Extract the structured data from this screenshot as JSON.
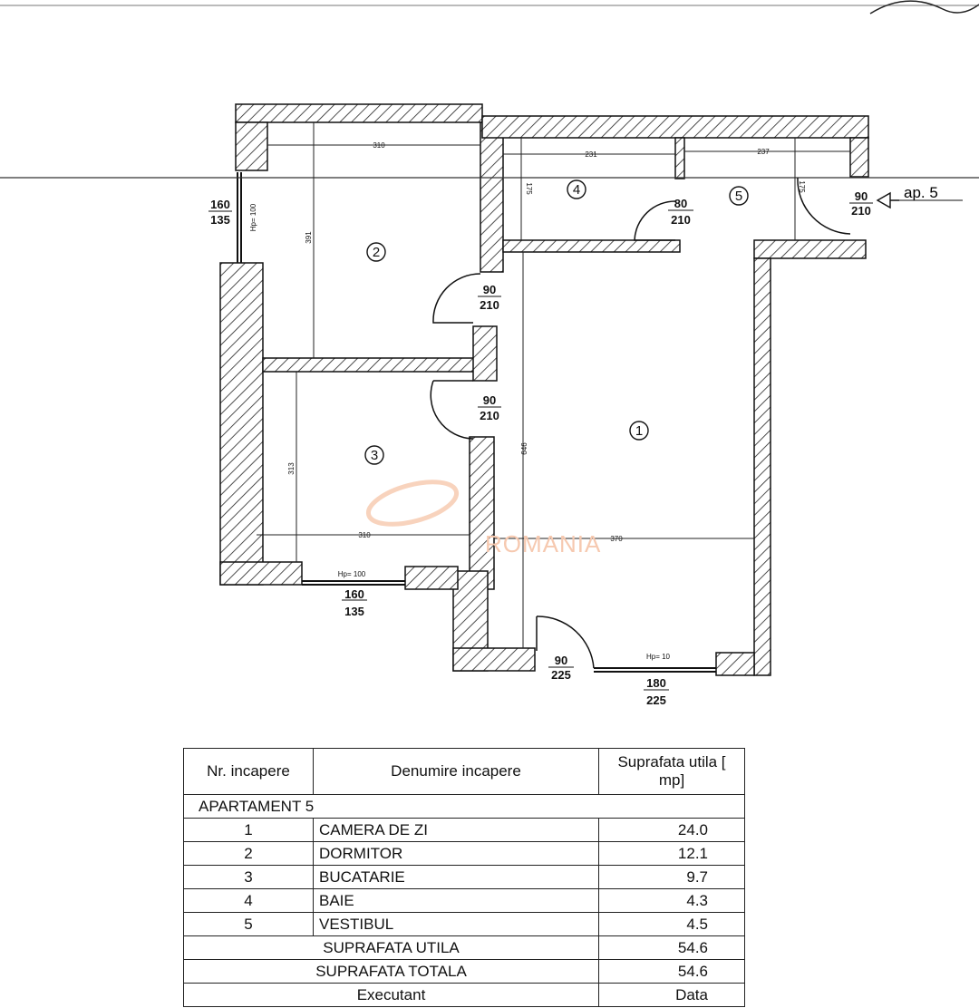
{
  "plan": {
    "rooms": [
      {
        "nr": "1"
      },
      {
        "nr": "2"
      },
      {
        "nr": "3"
      },
      {
        "nr": "4"
      },
      {
        "nr": "5"
      }
    ],
    "openings": {
      "win_left": {
        "top": "160",
        "bottom": "135"
      },
      "win_left_hp": "Hp= 100",
      "door_2": {
        "top": "90",
        "bottom": "210"
      },
      "door_3": {
        "top": "90",
        "bottom": "210"
      },
      "door_4": {
        "top": "80",
        "bottom": "210"
      },
      "door_entry": {
        "top": "90",
        "bottom": "210"
      },
      "win_bottom": {
        "top": "160",
        "bottom": "135"
      },
      "win_bottom_hp": "Hp= 100",
      "door_balcony": {
        "top": "90",
        "bottom": "225"
      },
      "win_balcony": {
        "top": "180",
        "bottom": "225"
      },
      "win_balcony_hp": "Hp= 10"
    },
    "dimensions": {
      "room2_w": "310",
      "room2_h": "391",
      "room4_w": "231",
      "room4_h": "175",
      "room5_w": "237",
      "room5_h": "175",
      "room3_w": "310",
      "room3_h": "313",
      "room1_w": "370",
      "room1_h": "646"
    },
    "entry_label": "ap. 5",
    "watermark": "ROMANIA"
  },
  "table": {
    "headers": [
      "Nr. incapere",
      "Denumire incapere",
      "Suprafata utila [ mp]"
    ],
    "group": "APARTAMENT  5",
    "rows": [
      {
        "nr": "1",
        "name": "CAMERA DE ZI",
        "area": "24.0"
      },
      {
        "nr": "2",
        "name": "DORMITOR",
        "area": "12.1"
      },
      {
        "nr": "3",
        "name": "BUCATARIE",
        "area": "9.7"
      },
      {
        "nr": "4",
        "name": "BAIE",
        "area": "4.3"
      },
      {
        "nr": "5",
        "name": "VESTIBUL",
        "area": "4.5"
      }
    ],
    "util_label": "SUPRAFATA UTILA",
    "util_value": "54.6",
    "total_label": "SUPRAFATA TOTALA",
    "total_value": "54.6",
    "footer_label": "Executant",
    "footer_value": "Data"
  }
}
